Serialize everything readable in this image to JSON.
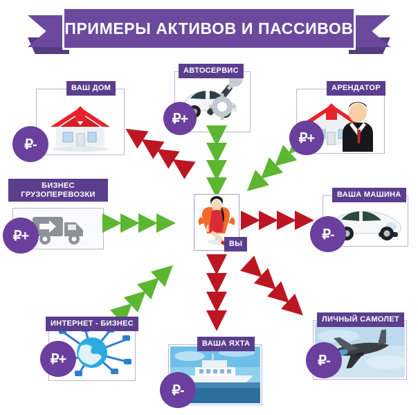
{
  "header": {
    "title": "ПРИМЕРЫ АКТИВОВ И ПАССИВОВ",
    "banner_color": "#6b4a9e"
  },
  "center": {
    "label": "ВЫ",
    "icon": "woman-in-orange-chair-icon"
  },
  "legend": {
    "income_color": "#5cb631",
    "expense_color": "#bc1622",
    "badge_color": "#6b3f9e",
    "income_symbol": "₽+",
    "expense_symbol": "₽-"
  },
  "nodes": [
    {
      "id": "house",
      "label": "ВАШ ДОМ",
      "badge": "₽-",
      "type": "liability",
      "flow": "expense",
      "icon": "house-red-roof-icon"
    },
    {
      "id": "autoservice",
      "label": "АВТОСЕРВИС",
      "badge": "₽+",
      "type": "asset",
      "flow": "income",
      "icon": "car-wrench-gear-icon"
    },
    {
      "id": "tenant",
      "label": "АРЕНДАТОР",
      "badge": "₽+",
      "type": "asset",
      "flow": "income",
      "icon": "house-with-businessman-icon"
    },
    {
      "id": "trucking",
      "label": "БИЗНЕС\nГРУЗОПЕРЕВОЗКИ",
      "badge": "₽+",
      "type": "asset",
      "flow": "income",
      "icon": "delivery-truck-icon"
    },
    {
      "id": "car",
      "label": "ВАША МАШИНА",
      "badge": "₽-",
      "type": "liability",
      "flow": "expense",
      "icon": "white-sports-car-icon"
    },
    {
      "id": "internet",
      "label": "ИНТЕРНЕТ - БИЗНЕС",
      "badge": "₽+",
      "type": "asset",
      "flow": "income",
      "icon": "globe-network-icon"
    },
    {
      "id": "yacht",
      "label": "ВАША ЯХТА",
      "badge": "₽-",
      "type": "liability",
      "flow": "expense",
      "icon": "white-yacht-icon"
    },
    {
      "id": "plane",
      "label": "ЛИЧНЫЙ САМОЛЕТ",
      "badge": "₽-",
      "type": "liability",
      "flow": "expense",
      "icon": "airplane-icon"
    }
  ]
}
